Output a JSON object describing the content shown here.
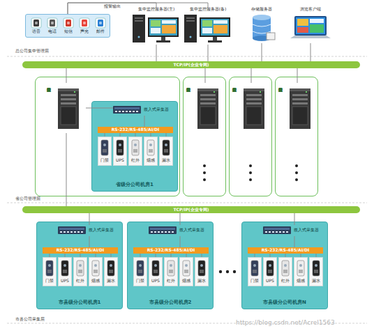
{
  "diagram": {
    "nodes": [
      {
        "text": []
      },
      {
        "text": [
          "语音"
        ],
        "in": 0
      },
      {
        "text": [
          "电话"
        ],
        "in": 0
      },
      {
        "text": [
          "短信"
        ],
        "in": 0
      },
      {
        "text": [
          "声光"
        ],
        "in": 0
      },
      {
        "text": [
          "邮件"
        ],
        "in": 0
      },
      {
        "text": [
          "集中监控服务器(主)"
        ]
      },
      {
        "text": [
          "集中监控服务器(备)"
        ]
      },
      {
        "text": [
          "存储服务器"
        ]
      },
      {
        "text": [
          "浏览客户端"
        ]
      },
      {
        "text": [
          "TCP/IP(企业专网)"
        ]
      },
      {
        "text": []
      },
      {
        "text": [
          "省级数据采集监控服务器"
        ],
        "in": 11
      },
      {
        "text": [
          "省级分公司机房1"
        ],
        "in": 11
      },
      {
        "text": [
          "嵌入式采集器"
        ],
        "in": 13
      },
      {
        "text": [
          "RS-232/RS-485/AI/DI"
        ],
        "in": 13
      },
      {
        "text": [
          "门禁"
        ],
        "in": 13
      },
      {
        "text": [
          "UPS"
        ],
        "in": 13
      },
      {
        "text": [
          "红外"
        ],
        "in": 13
      },
      {
        "text": [
          "烟感"
        ],
        "in": 13
      },
      {
        "text": [
          "漏水"
        ],
        "in": 13
      },
      {
        "text": []
      },
      {
        "text": [
          "省级数据采集监控服务器"
        ],
        "in": 21
      },
      {
        "text": []
      },
      {
        "text": [
          "省级数据采集监控服务器"
        ],
        "in": 23
      },
      {
        "text": []
      },
      {
        "text": [
          "省级数据采集监控服务器"
        ],
        "in": 25
      },
      {
        "text": [
          "TCP/IP(企业专网)"
        ]
      },
      {
        "text": [
          "市县级分公司机房1"
        ]
      },
      {
        "text": [
          "嵌入式采集器"
        ],
        "in": 28
      },
      {
        "text": [
          "RS-232/RS-485/AI/DI"
        ],
        "in": 28
      },
      {
        "text": [
          "门禁"
        ],
        "in": 28
      },
      {
        "text": [
          "UPS"
        ],
        "in": 28
      },
      {
        "text": [
          "红外"
        ],
        "in": 28
      },
      {
        "text": [
          "烟感"
        ],
        "in": 28
      },
      {
        "text": [
          "漏水"
        ],
        "in": 28
      },
      {
        "text": [
          "市县级分公司机房2"
        ]
      },
      {
        "text": [
          "嵌入式采集器"
        ],
        "in": 36
      },
      {
        "text": [
          "RS-232/RS-485/AI/DI"
        ],
        "in": 36
      },
      {
        "text": [
          "门禁"
        ],
        "in": 36
      },
      {
        "text": [
          "UPS"
        ],
        "in": 36
      },
      {
        "text": [
          "红外"
        ],
        "in": 36
      },
      {
        "text": [
          "烟感"
        ],
        "in": 36
      },
      {
        "text": [
          "漏水"
        ],
        "in": 36
      },
      {
        "text": [
          "市县级分公司机房N"
        ]
      },
      {
        "text": [
          "嵌入式采集器"
        ],
        "in": 44
      },
      {
        "text": [
          "RS-232/RS-485/AI/DI"
        ],
        "in": 44
      },
      {
        "text": [
          "门禁"
        ],
        "in": 44
      },
      {
        "text": [
          "UPS"
        ],
        "in": 44
      },
      {
        "text": [
          "红外"
        ],
        "in": 44
      },
      {
        "text": [
          "烟感"
        ],
        "in": 44
      },
      {
        "text": [
          "漏水"
        ],
        "in": 44
      }
    ],
    "edges": [
      {
        "from": 0,
        "to": 6,
        "arrow": "none",
        "label": "报警输出"
      },
      {
        "from": 0,
        "to": 7,
        "arrow": "none"
      },
      {
        "from": 6,
        "to": 10,
        "arrow": "none"
      },
      {
        "from": 7,
        "to": 10,
        "arrow": "none"
      },
      {
        "from": 8,
        "to": 10,
        "arrow": "none"
      },
      {
        "from": 9,
        "to": 10,
        "arrow": "none"
      },
      {
        "from": 12,
        "to": 10,
        "arrow": "none"
      },
      {
        "from": 12,
        "to": 27,
        "arrow": "none"
      },
      {
        "from": 12,
        "to": 14,
        "arrow": "none"
      },
      {
        "from": 14,
        "to": 15,
        "arrow": "none"
      },
      {
        "from": 15,
        "to": 16,
        "arrow": "none"
      },
      {
        "from": 15,
        "to": 17,
        "arrow": "none"
      },
      {
        "from": 15,
        "to": 18,
        "arrow": "none"
      },
      {
        "from": 15,
        "to": 19,
        "arrow": "none"
      },
      {
        "from": 15,
        "to": 20,
        "arrow": "none"
      },
      {
        "from": 22,
        "to": 10,
        "arrow": "none"
      },
      {
        "from": 24,
        "to": 10,
        "arrow": "none"
      },
      {
        "from": 26,
        "to": 10,
        "arrow": "none"
      },
      {
        "from": 29,
        "to": 27,
        "arrow": "none"
      },
      {
        "from": 29,
        "to": 30,
        "arrow": "none"
      },
      {
        "from": 30,
        "to": 31,
        "arrow": "none"
      },
      {
        "from": 30,
        "to": 32,
        "arrow": "none"
      },
      {
        "from": 30,
        "to": 33,
        "arrow": "none"
      },
      {
        "from": 30,
        "to": 34,
        "arrow": "none"
      },
      {
        "from": 30,
        "to": 35,
        "arrow": "none"
      },
      {
        "from": 37,
        "to": 27,
        "arrow": "none"
      },
      {
        "from": 37,
        "to": 38,
        "arrow": "none"
      },
      {
        "from": 38,
        "to": 39,
        "arrow": "none"
      },
      {
        "from": 38,
        "to": 40,
        "arrow": "none"
      },
      {
        "from": 38,
        "to": 41,
        "arrow": "none"
      },
      {
        "from": 38,
        "to": 42,
        "arrow": "none"
      },
      {
        "from": 38,
        "to": 43,
        "arrow": "none"
      },
      {
        "from": 45,
        "to": 27,
        "arrow": "none"
      },
      {
        "from": 45,
        "to": 46,
        "arrow": "none"
      },
      {
        "from": 46,
        "to": 47,
        "arrow": "none"
      },
      {
        "from": 46,
        "to": 48,
        "arrow": "none"
      },
      {
        "from": 46,
        "to": 49,
        "arrow": "none"
      },
      {
        "from": 46,
        "to": 50,
        "arrow": "none"
      },
      {
        "from": 46,
        "to": 51,
        "arrow": "none"
      }
    ],
    "labels": [
      "总公司集中管理层",
      "省公司管理层",
      "市县公司采集层",
      "https://blog.csdn.net/Acrel1563"
    ]
  }
}
